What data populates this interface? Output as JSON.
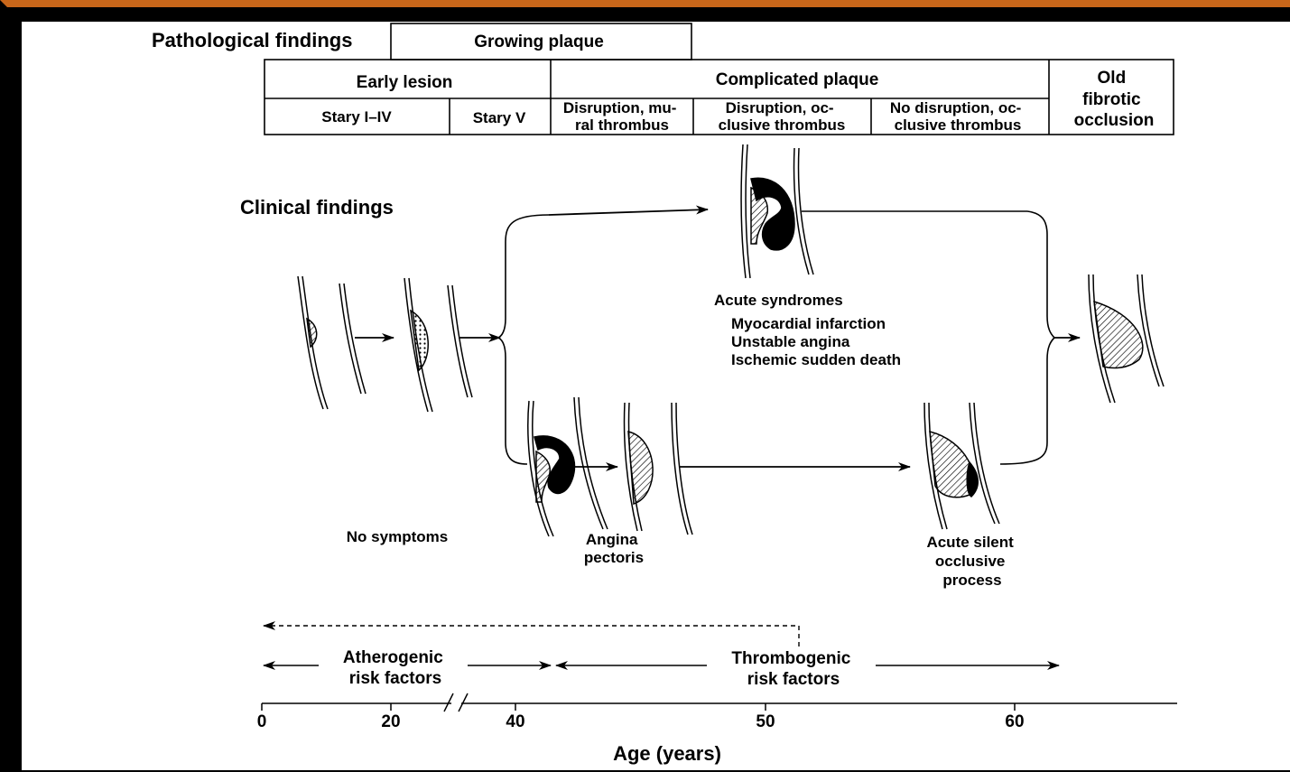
{
  "headers": {
    "pathological": "Pathological findings",
    "growing_plaque": "Growing plaque",
    "early_lesion": "Early lesion",
    "complicated_plaque": "Complicated plaque",
    "old_fibrotic": [
      "Old",
      "fibrotic",
      "occlusion"
    ],
    "stary_1_4": "Stary I–IV",
    "stary_5": "Stary V",
    "disruption_mural": [
      "Disruption, mu-",
      "ral thrombus"
    ],
    "disruption_occlusive": [
      "Disruption, oc-",
      "clusive thrombus"
    ],
    "no_disruption_occlusive": [
      "No disruption, oc-",
      "clusive thrombus"
    ]
  },
  "clinical": {
    "title": "Clinical findings",
    "acute_syndromes": "Acute syndromes",
    "syndromes": [
      "Myocardial infarction",
      "Unstable angina",
      "Ischemic sudden death"
    ],
    "no_symptoms": "No symptoms",
    "angina": [
      "Angina",
      "pectoris"
    ],
    "silent": [
      "Acute silent",
      "occlusive",
      "process"
    ]
  },
  "risk": {
    "atherogenic": [
      "Atherogenic",
      "risk factors"
    ],
    "thrombogenic": [
      "Thrombogenic",
      "risk factors"
    ]
  },
  "axis": {
    "label": "Age (years)",
    "ticks": [
      "0",
      "20",
      "40",
      "50",
      "60"
    ]
  }
}
